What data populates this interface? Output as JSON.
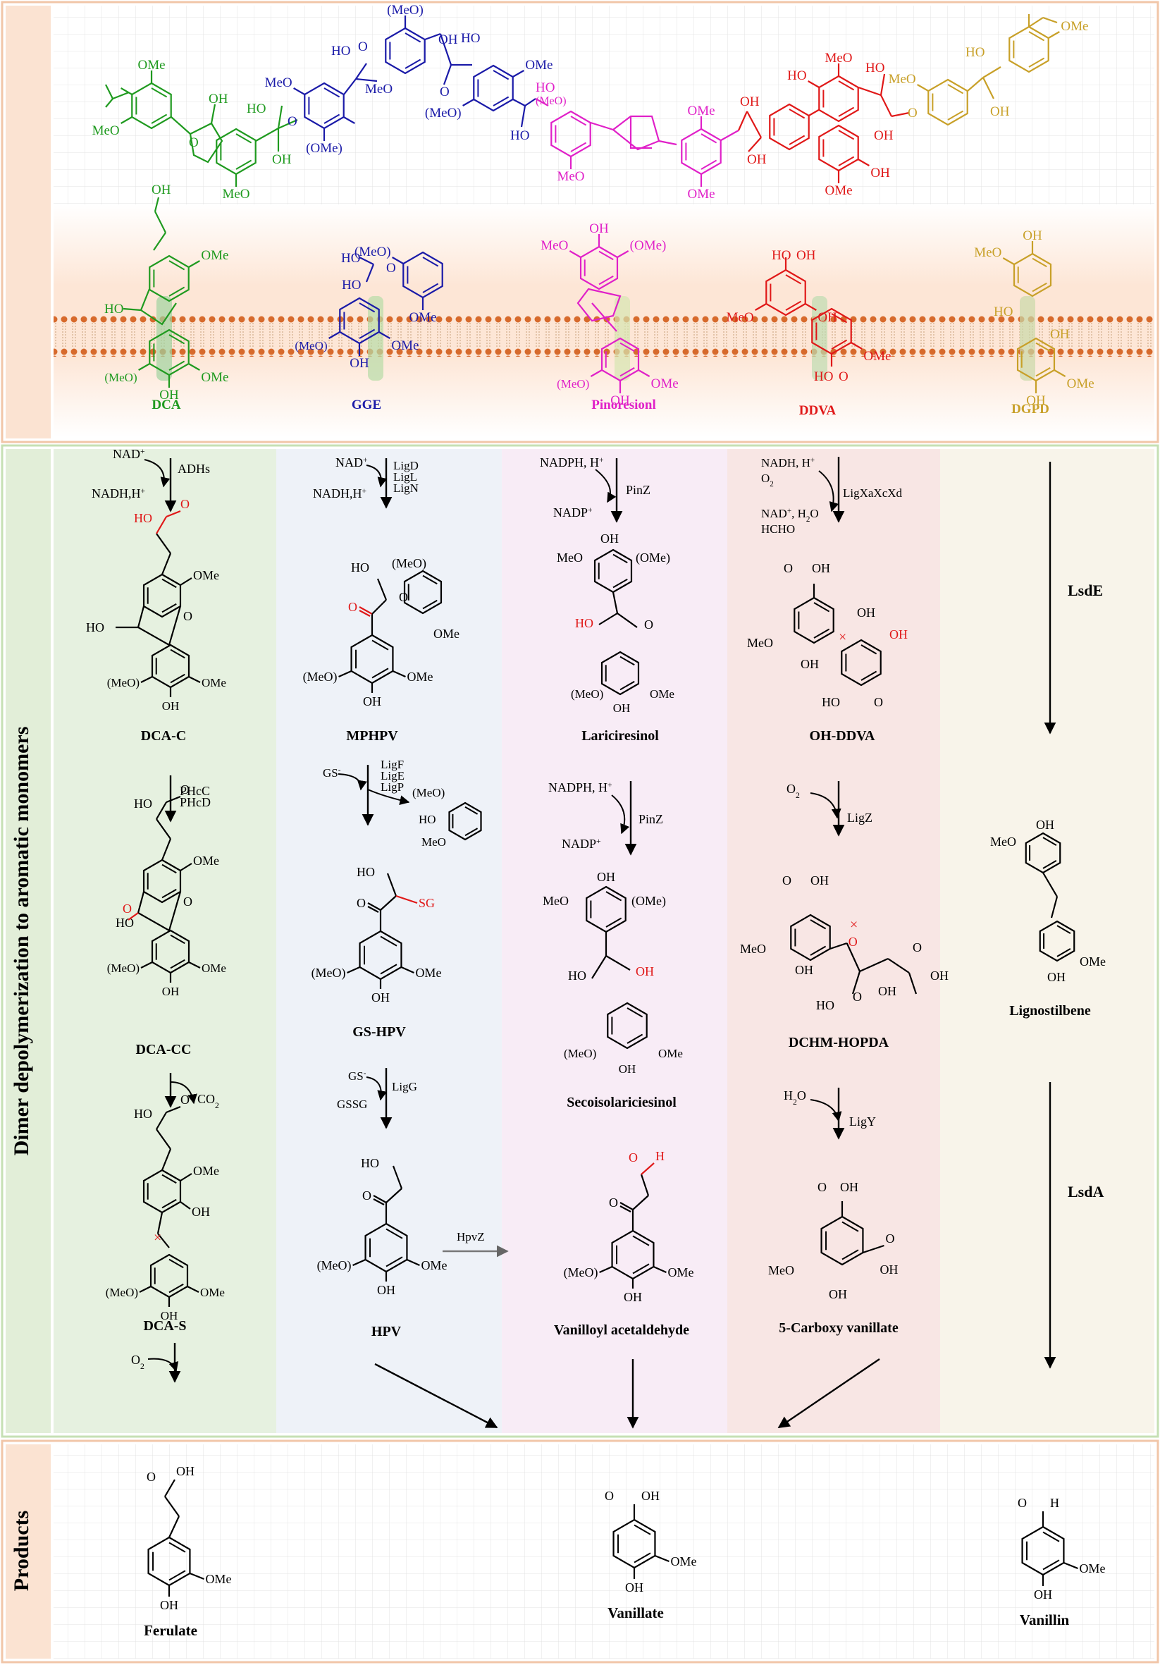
{
  "side_labels": {
    "pathway": "Dimer depolymerization to aromatic monomers",
    "products": "Products"
  },
  "dimers": [
    {
      "id": "dca",
      "name": "DCA",
      "color": "#1f9a1f"
    },
    {
      "id": "gge",
      "name": "GGE",
      "color": "#1a1aa8"
    },
    {
      "id": "pin",
      "name": "Pinoresionl",
      "color": "#e020c8"
    },
    {
      "id": "ddva",
      "name": "DDVA",
      "color": "#e01818"
    },
    {
      "id": "dgpd",
      "name": "DGPD",
      "color": "#c8a028"
    }
  ],
  "pathways": {
    "dca": {
      "steps": [
        {
          "cofactor_in": "NAD+",
          "cofactor_out": "NADH,H+",
          "enzyme": "ADHs"
        },
        {
          "enzyme": "PHcC\nPHcD"
        },
        {
          "cofactor_out": "CO2"
        },
        {
          "cofactor_in": "O2"
        }
      ],
      "intermediates": [
        "DCA-C",
        "DCA-CC",
        "DCA-S"
      ]
    },
    "gge": {
      "steps": [
        {
          "cofactor_in": "NAD+",
          "cofactor_out": "NADH,H+",
          "enzyme": "LigD\nLigL\nLigN"
        },
        {
          "cofactor_in": "GS-",
          "enzyme": "LigF\nLigE\nLigP"
        },
        {
          "cofactor_in": "GS-",
          "cofactor_out": "GSSG",
          "enzyme": "LigG"
        }
      ],
      "intermediates": [
        "MPHPV",
        "GS-HPV",
        "HPV"
      ],
      "transfer_enzyme": "HpvZ"
    },
    "pin": {
      "steps": [
        {
          "cofactor_in": "NADPH, H+",
          "cofactor_out": "NADP+",
          "enzyme": "PinZ"
        },
        {
          "cofactor_in": "NADPH, H+",
          "cofactor_out": "NADP+",
          "enzyme": "PinZ"
        }
      ],
      "intermediates": [
        "Lariciresinol",
        "Secoisolariciesinol",
        "Vanilloyl acetaldehyde"
      ]
    },
    "ddva": {
      "steps": [
        {
          "cofactor_in": "NADH, H+\nO2",
          "cofactor_out": "NAD+, H2O\nHCHO",
          "enzyme": "LigXaXcXd"
        },
        {
          "cofactor_in": "O2",
          "enzyme": "LigZ"
        },
        {
          "cofactor_in": "H2O",
          "enzyme": "LigY"
        }
      ],
      "intermediates": [
        "OH-DDVA",
        "DCHM-HOPDA",
        "5-Carboxy vanillate"
      ]
    },
    "dgpd": {
      "steps": [
        {
          "enzyme": "LsdE"
        },
        {
          "enzyme": "LsdA"
        }
      ],
      "intermediates": [
        "Lignostilbene"
      ]
    }
  },
  "products": [
    "Ferulate",
    "Vanillate",
    "Vanillin"
  ],
  "atom_labels": {
    "ome": "OMe",
    "meo": "MeO",
    "meo_paren": "(MeO)",
    "ome_paren": "(OMe)",
    "oh": "OH",
    "ho": "HO",
    "o": "O",
    "h": "H",
    "sg": "SG"
  },
  "colors": {
    "top_panel_border": "#f1c6a8",
    "membrane": "#d2691e",
    "dca_column": "#e6f1e0",
    "gge_column": "#eef2f8",
    "pin_column": "#f8ecf6",
    "ddva_column": "#f8e6e4",
    "dgpd_column": "#f8f4ea",
    "side_label_bg": "#fbe3d2",
    "side_label_bg_green": "#e2eed8"
  }
}
